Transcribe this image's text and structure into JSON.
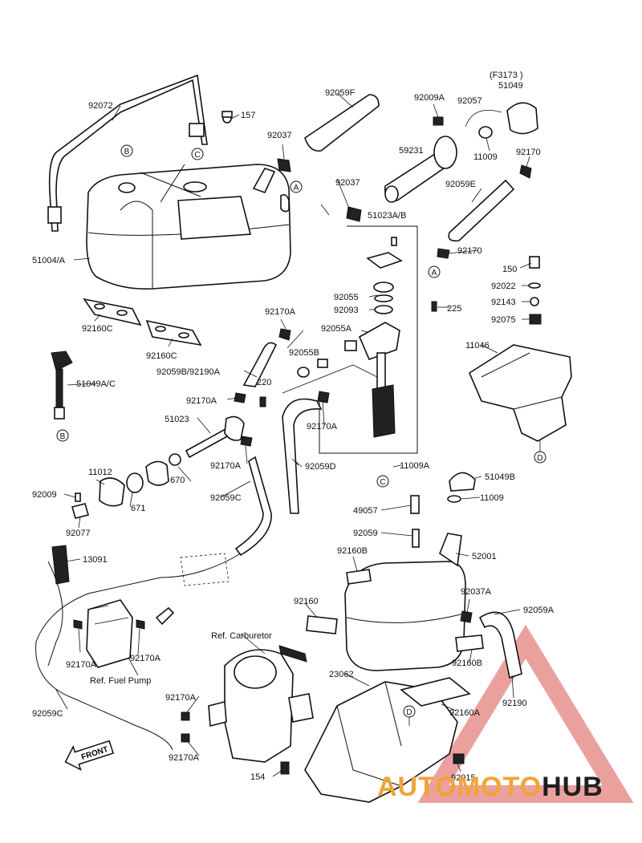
{
  "figure_code": "(F3173 )",
  "part_numbers": [
    "92072",
    "157",
    "92037",
    "51004/A",
    "92160C",
    "92160C",
    "92059B/92190A",
    "92170A",
    "51049A/C",
    "92170A",
    "51023",
    "220",
    "92170A",
    "92055B",
    "92055A",
    "92093",
    "92055",
    "51023A/B",
    "92037",
    "92059F",
    "92009A",
    "92057",
    "51049",
    "59231",
    "11009",
    "92170",
    "92059E",
    "92170",
    "150",
    "92022",
    "92143",
    "92075",
    "225",
    "11046",
    "92170A",
    "11009A",
    "51049B",
    "11009",
    "11012",
    "670",
    "671",
    "92009",
    "92077",
    "92059C",
    "92059D",
    "13091",
    "92059",
    "49057",
    "92160B",
    "52001",
    "92160",
    "92037A",
    "92059A",
    "92160B",
    "92190",
    "92170A",
    "92170A",
    "92059C",
    "23062",
    "92160A",
    "154",
    "92015",
    "92170A",
    "92170A"
  ],
  "reference_labels": {
    "carburetor": "Ref. Carburetor",
    "fuel_pump": "Ref. Fuel Pump"
  },
  "callout_markers": [
    "A",
    "B",
    "C",
    "D"
  ],
  "front_label": "FRONT",
  "watermark": {
    "part1": "AUTOMOTO",
    "part2": "HUB"
  }
}
